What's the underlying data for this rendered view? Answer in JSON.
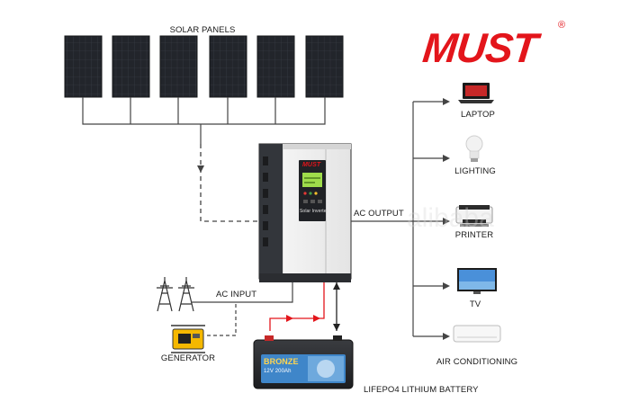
{
  "brand": {
    "logo_text": "MUST",
    "registered_mark": "®",
    "color": "#e3151b"
  },
  "labels": {
    "solar_panels": "SOLAR PANELS",
    "ac_output": "AC OUTPUT",
    "ac_input": "AC INPUT",
    "generator": "GENERATOR",
    "battery": "LIFEPO4 LITHIUM BATTERY"
  },
  "inverter": {
    "logo": "MUST",
    "screen_caption": "Solar Inverter"
  },
  "battery_label": {
    "series": "BRONZE",
    "model": "12V 200Ah"
  },
  "loads": [
    {
      "name": "LAPTOP",
      "icon": "laptop-icon"
    },
    {
      "name": "LIGHTING",
      "icon": "light-bulb-icon"
    },
    {
      "name": "PRINTER",
      "icon": "printer-icon"
    },
    {
      "name": "TV",
      "icon": "tv-icon"
    },
    {
      "name": "AIR CONDITIONING",
      "icon": "air-conditioner-icon"
    }
  ],
  "watermark": "alibaba",
  "colors": {
    "line": "#444444",
    "charge_arrow": "#e3151b",
    "panel": "#1f2227"
  }
}
